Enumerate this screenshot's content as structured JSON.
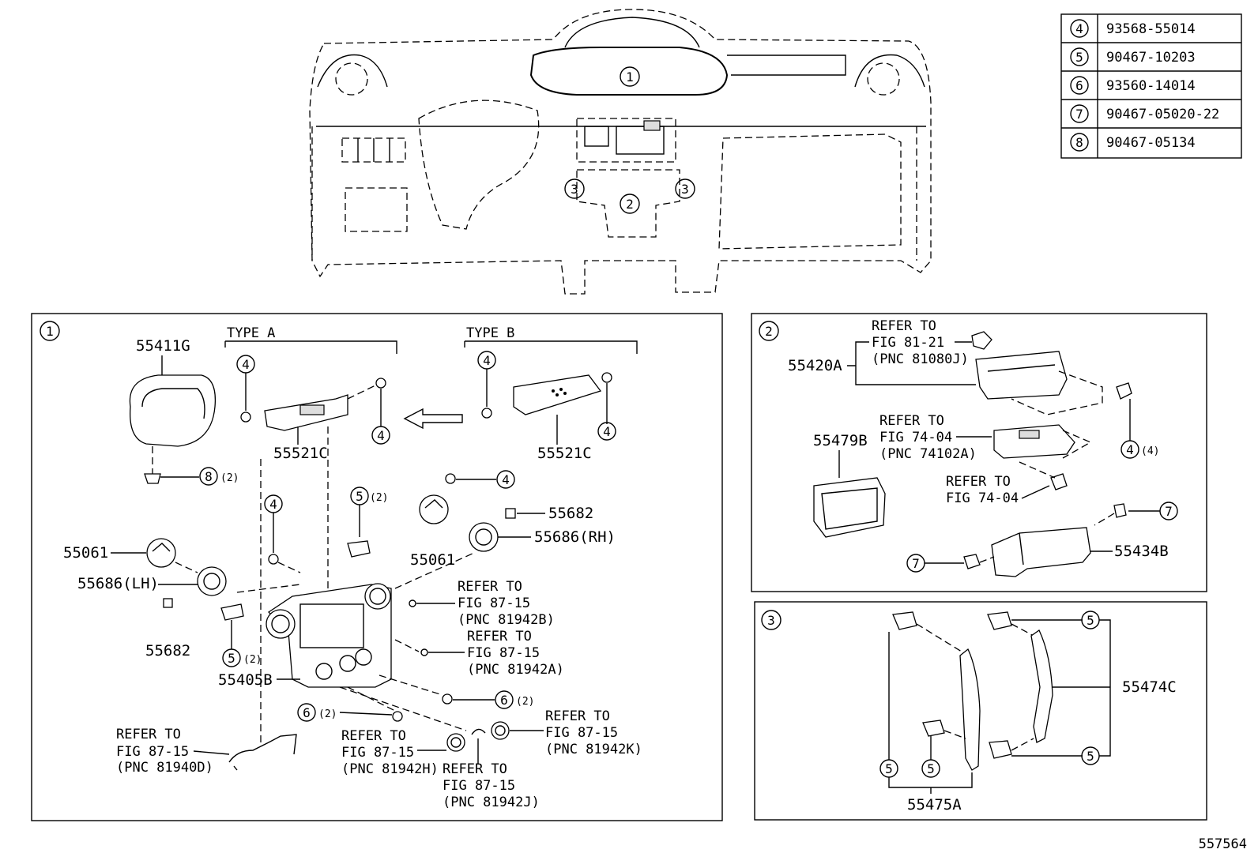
{
  "legend_table": [
    {
      "ref": "4",
      "part": "93568-55014"
    },
    {
      "ref": "5",
      "part": "90467-10203"
    },
    {
      "ref": "6",
      "part": "93560-14014"
    },
    {
      "ref": "7",
      "part": "90467-05020-22"
    },
    {
      "ref": "8",
      "part": "90467-05134"
    }
  ],
  "overview": {
    "callouts": [
      "1",
      "2",
      "3",
      "3"
    ]
  },
  "panel1": {
    "number": "1",
    "type_a": "TYPE A",
    "type_b": "TYPE B",
    "p55411g": "55411G",
    "p55521c_a": "55521C",
    "p55521c_b": "55521C",
    "p55061_l": "55061",
    "p55061_r": "55061",
    "p55682_l": "55682",
    "p55682_r": "55682",
    "p55686_lh": "55686(LH)",
    "p55686_rh": "55686(RH)",
    "p55405b": "55405B",
    "qty2": "(2)",
    "c4": "4",
    "c5": "5",
    "c6": "6",
    "c8": "8",
    "ref_81942b": [
      "REFER TO",
      "FIG 87-15",
      "(PNC 81942B)"
    ],
    "ref_81942a": [
      "REFER TO",
      "FIG 87-15",
      "(PNC 81942A)"
    ],
    "ref_81940d": [
      "REFER TO",
      "FIG 87-15",
      "(PNC 81940D)"
    ],
    "ref_81942h": [
      "REFER TO",
      "FIG 87-15",
      "(PNC 81942H)"
    ],
    "ref_81942j": [
      "REFER TO",
      "FIG 87-15",
      "(PNC 81942J)"
    ],
    "ref_81942k": [
      "REFER TO",
      "FIG 87-15",
      "(PNC 81942K)"
    ]
  },
  "panel2": {
    "number": "2",
    "p55420a": "55420A",
    "p55479b": "55479B",
    "p55434b": "55434B",
    "qty4": "(4)",
    "c4": "4",
    "c7": "7",
    "ref_81080j": [
      "REFER TO",
      "FIG 81-21",
      "(PNC 81080J)"
    ],
    "ref_74102a": [
      "REFER TO",
      "FIG 74-04",
      "(PNC 74102A)"
    ],
    "ref_7404": [
      "REFER TO",
      "FIG 74-04"
    ]
  },
  "panel3": {
    "number": "3",
    "p55474c": "55474C",
    "p55475a": "55475A",
    "c5": "5"
  },
  "figure_id": "557564"
}
